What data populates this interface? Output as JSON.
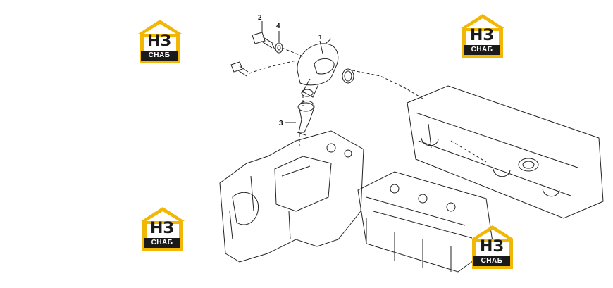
{
  "diagram": {
    "callouts": [
      {
        "id": "1",
        "label": "1"
      },
      {
        "id": "2",
        "label": "2"
      },
      {
        "id": "3",
        "label": "3"
      },
      {
        "id": "4",
        "label": "4"
      }
    ]
  },
  "watermark": {
    "mark_text": "НЗ",
    "label_text": "СНАБ",
    "accent_color": "#f2b705",
    "dark_color": "#1a1a1a"
  }
}
